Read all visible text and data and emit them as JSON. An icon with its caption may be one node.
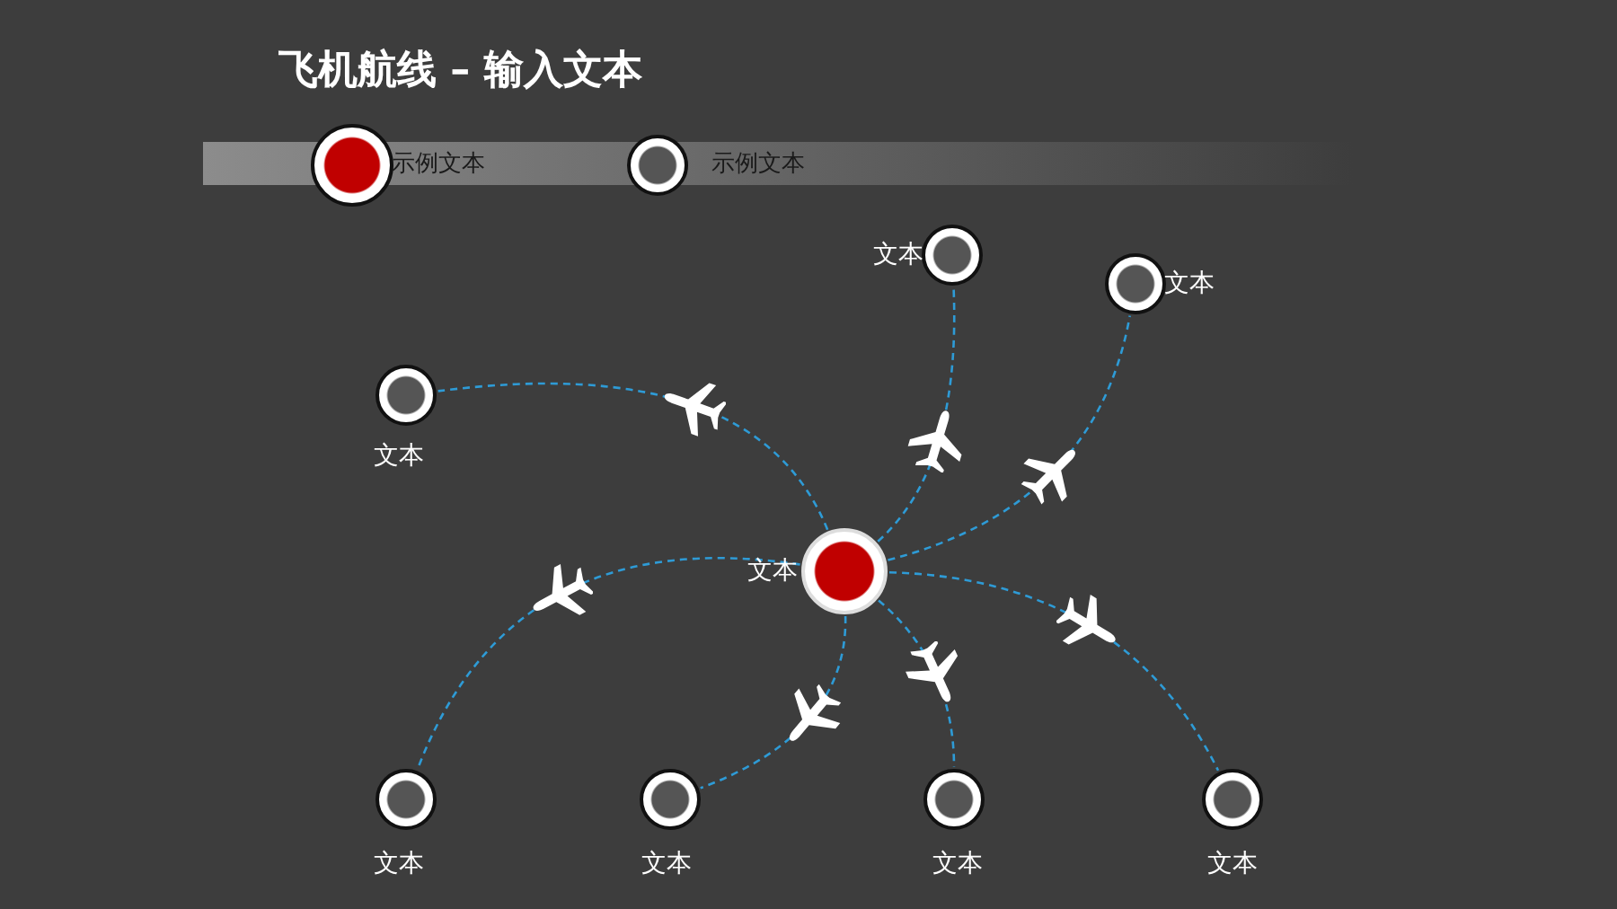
{
  "diagram": {
    "title": "飞机航线 – 输入文本",
    "nodes": [
      {
        "text": [
          "文本"
        ]
      },
      {
        "text": [
          "文本"
        ]
      },
      {
        "text": [
          "文本"
        ]
      },
      {
        "text": [
          "文本"
        ]
      },
      {
        "text": [
          "文本"
        ]
      },
      {
        "text": [
          "文本"
        ]
      },
      {
        "text": [
          "文本"
        ]
      },
      {
        "text": [
          "文本"
        ]
      }
    ],
    "edges": [
      {
        "from": 0,
        "to": 1,
        "arrow": "none"
      },
      {
        "from": 0,
        "to": 2,
        "arrow": "none"
      },
      {
        "from": 0,
        "to": 3,
        "arrow": "none"
      },
      {
        "from": 0,
        "to": 4,
        "arrow": "none"
      },
      {
        "from": 0,
        "to": 5,
        "arrow": "none"
      },
      {
        "from": 0,
        "to": 6,
        "arrow": "none"
      },
      {
        "from": 0,
        "to": 7,
        "arrow": "none"
      }
    ],
    "legend": [
      {
        "text": "示例文本",
        "color": "#c00000"
      },
      {
        "text": "示例文本",
        "color": "#555555"
      }
    ]
  }
}
